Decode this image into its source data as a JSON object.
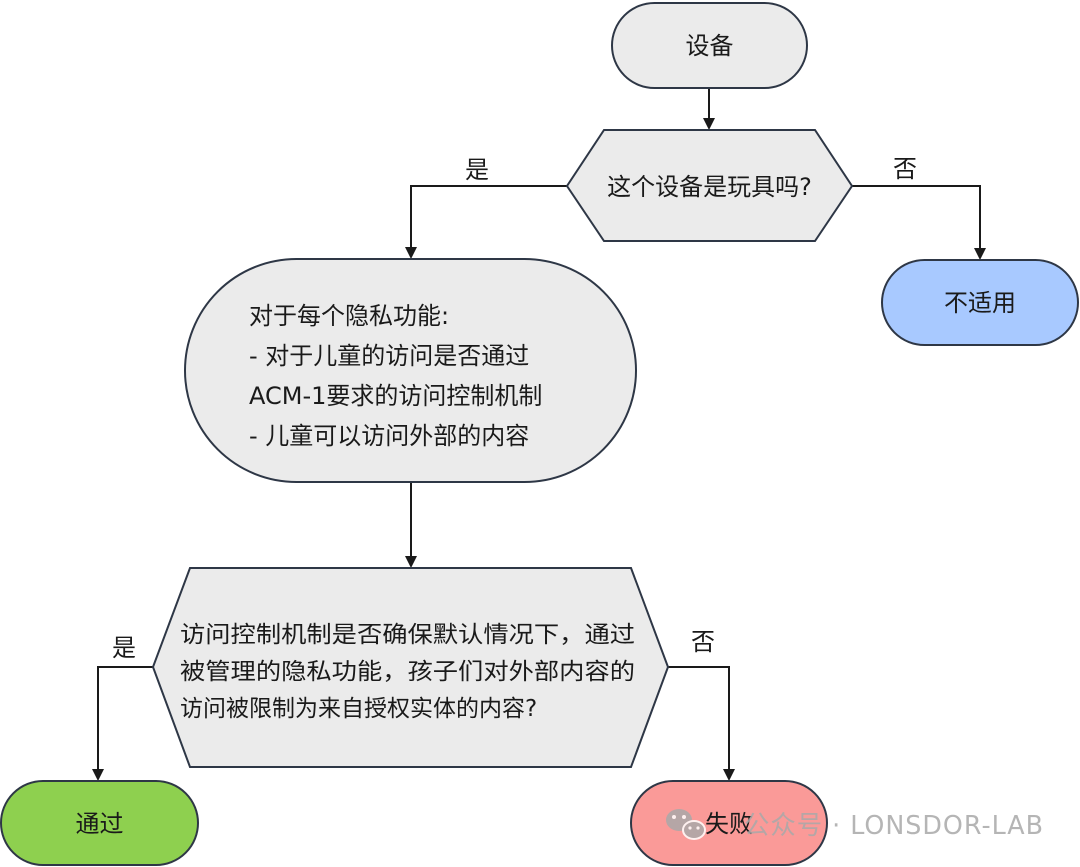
{
  "colors": {
    "default_fill": "#ebebeb",
    "stroke": "#2e3746",
    "not_applicable_fill": "#a8c9ff",
    "pass_fill": "#8ed04f",
    "fail_fill": "#fa9a98",
    "watermark": "#a9a9a9"
  },
  "nodes": {
    "device": {
      "label": "设备"
    },
    "is_toy": {
      "label": "这个设备是玩具吗?"
    },
    "not_applicable": {
      "label": "不适用"
    },
    "privacy_check": {
      "lines": [
        "对于每个隐私功能:",
        "- 对于儿童的访问是否通过",
        "ACM-1要求的访问控制机制",
        "- 儿童可以访问外部的内容"
      ]
    },
    "access_control_question": {
      "lines": [
        "访问控制机制是否确保默认情况下，通过",
        "被管理的隐私功能，孩子们对外部内容的",
        "访问被限制为来自授权实体的内容?"
      ]
    },
    "pass": {
      "label": "通过"
    },
    "fail": {
      "label": "失败"
    }
  },
  "edges": {
    "toy_yes": "是",
    "toy_no": "否",
    "access_yes": "是",
    "access_no": "否"
  },
  "watermark": {
    "icon": "wechat-icon",
    "text": "公众号 · LONSDOR-LAB"
  }
}
